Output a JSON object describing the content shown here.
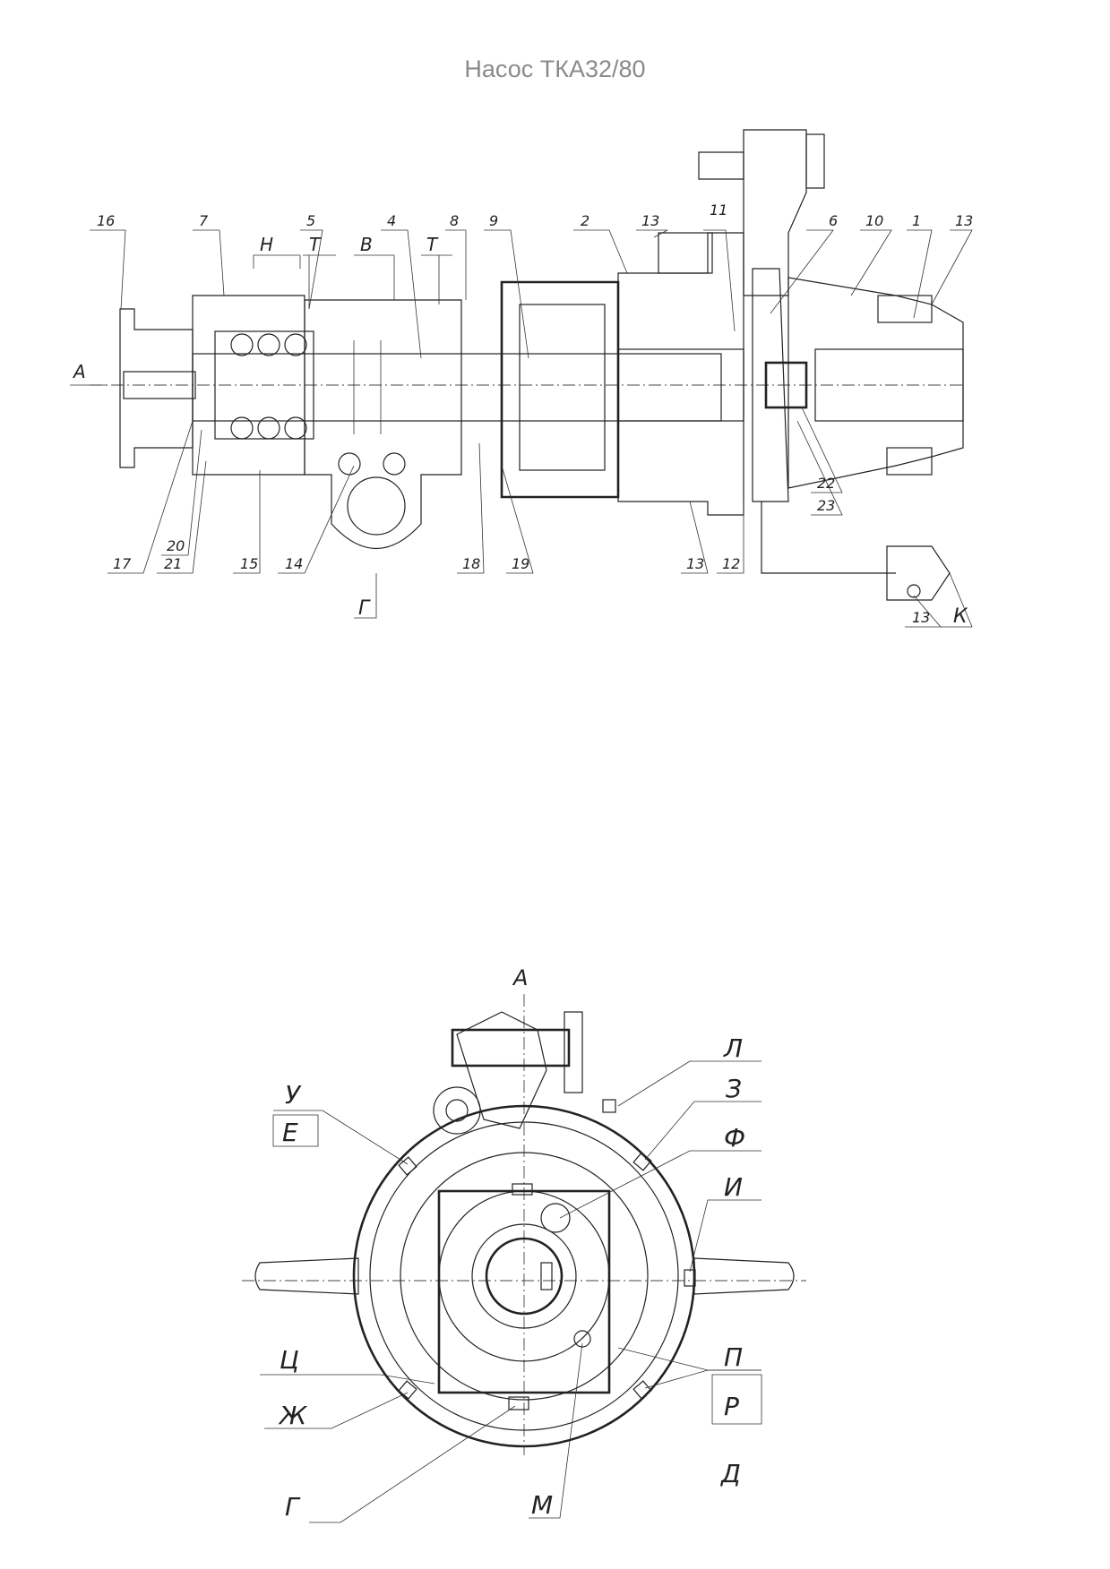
{
  "title": "Насос ТКА32/80",
  "side_view": {
    "part_numbers": [
      "16",
      "7",
      "5",
      "4",
      "8",
      "9",
      "2",
      "13",
      "11",
      "6",
      "10",
      "1",
      "13",
      "17",
      "20",
      "21",
      "15",
      "14",
      "18",
      "19",
      "13",
      "12",
      "13",
      "22",
      "23"
    ],
    "zones": [
      "Н",
      "Т",
      "В",
      "Т"
    ],
    "views": [
      "А",
      "Г",
      "К"
    ]
  },
  "front_view": {
    "view_label": "А",
    "labels": [
      "У",
      "Е",
      "Ц",
      "Ж",
      "Г",
      "М",
      "Л",
      "З",
      "Ф",
      "И",
      "П",
      "Р",
      "Д"
    ]
  }
}
